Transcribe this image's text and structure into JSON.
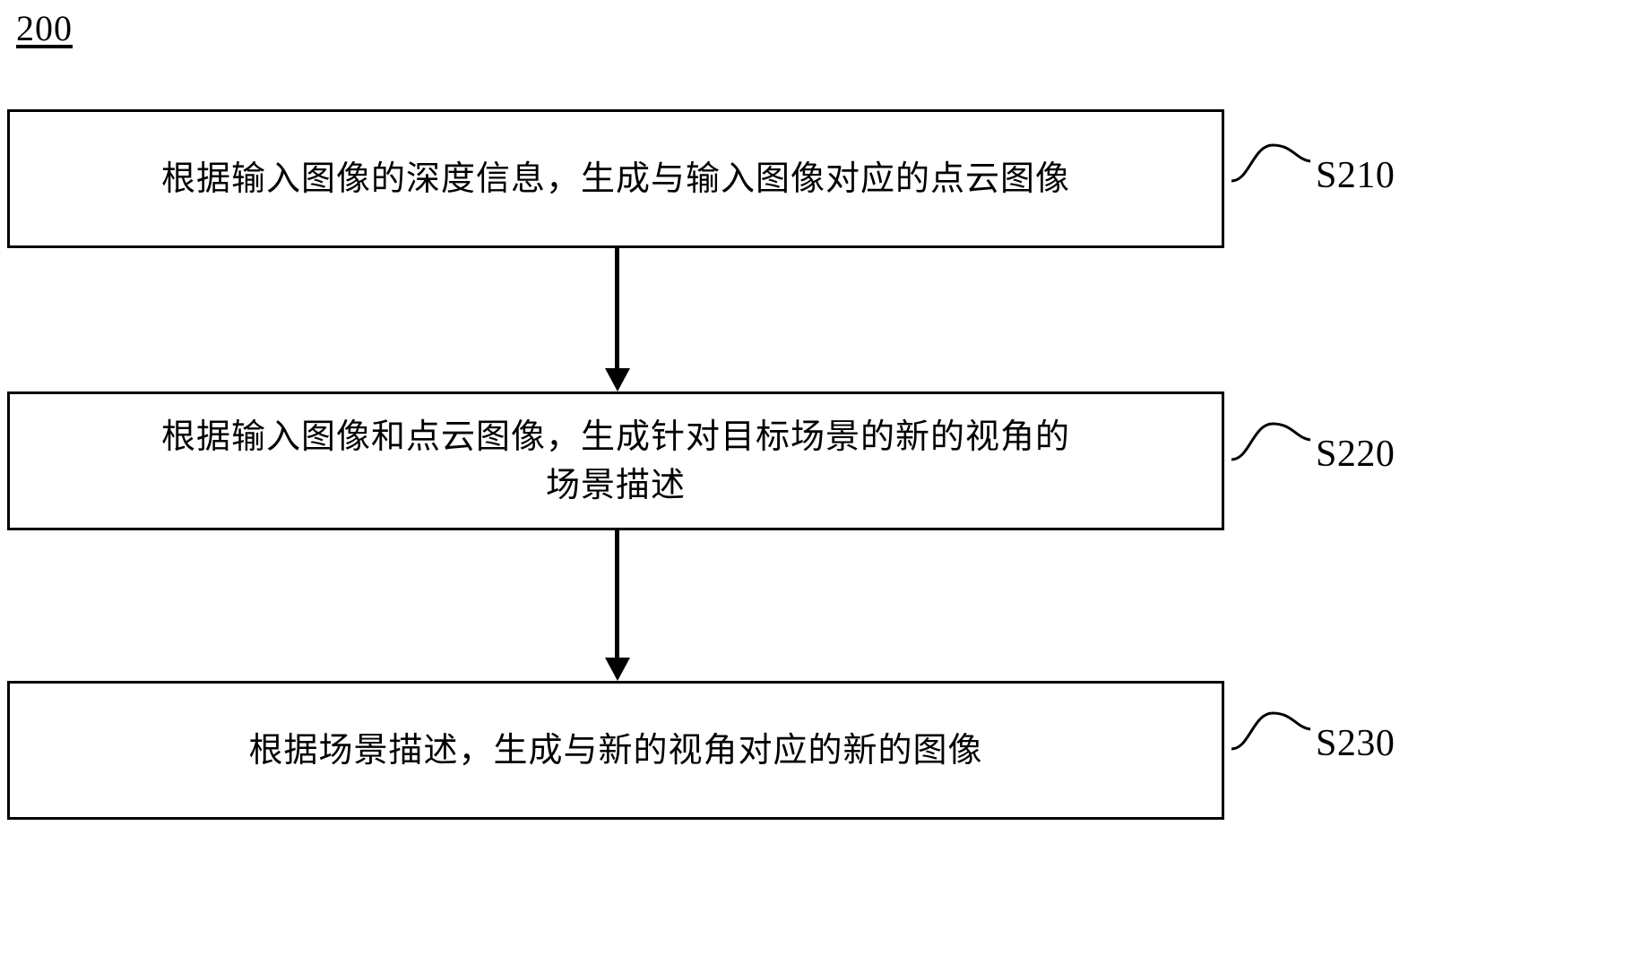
{
  "figure": {
    "number": "200"
  },
  "steps": [
    {
      "id": "S210",
      "text": "根据输入图像的深度信息，生成与输入图像对应的点云图像",
      "label": "S210"
    },
    {
      "id": "S220",
      "text": "根据输入图像和点云图像，生成针对目标场景的新的视角的\n场景描述",
      "label": "S220"
    },
    {
      "id": "S230",
      "text": "根据场景描述，生成与新的视角对应的新的图像",
      "label": "S230"
    }
  ],
  "connectors": [
    {
      "from": "S210",
      "to": "S220",
      "icon": "down-arrow-icon"
    },
    {
      "from": "S220",
      "to": "S230",
      "icon": "down-arrow-icon"
    }
  ],
  "colors": {
    "stroke": "#000000",
    "background": "#ffffff",
    "text": "#000000"
  }
}
